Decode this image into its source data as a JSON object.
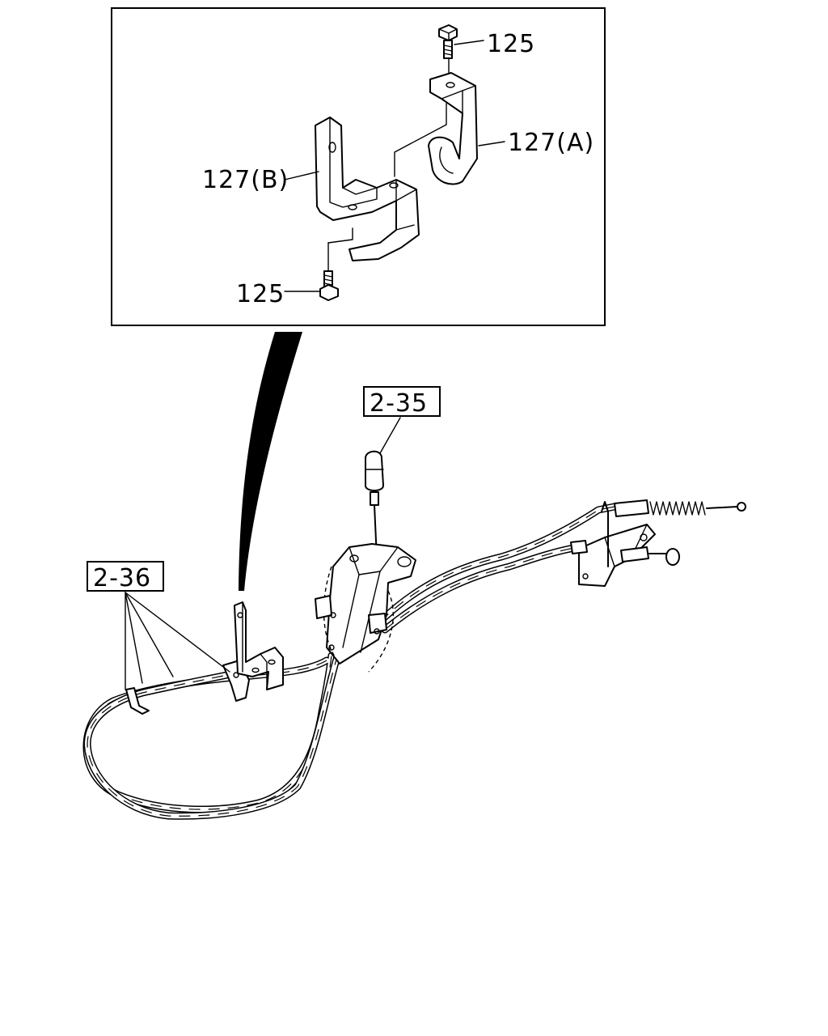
{
  "callouts": {
    "bolt_top": "125",
    "clip_a": "127(A)",
    "bracket_b": "127(B)",
    "bolt_bottom": "125",
    "ref_shifter": "2-35",
    "ref_cable": "2-36"
  }
}
